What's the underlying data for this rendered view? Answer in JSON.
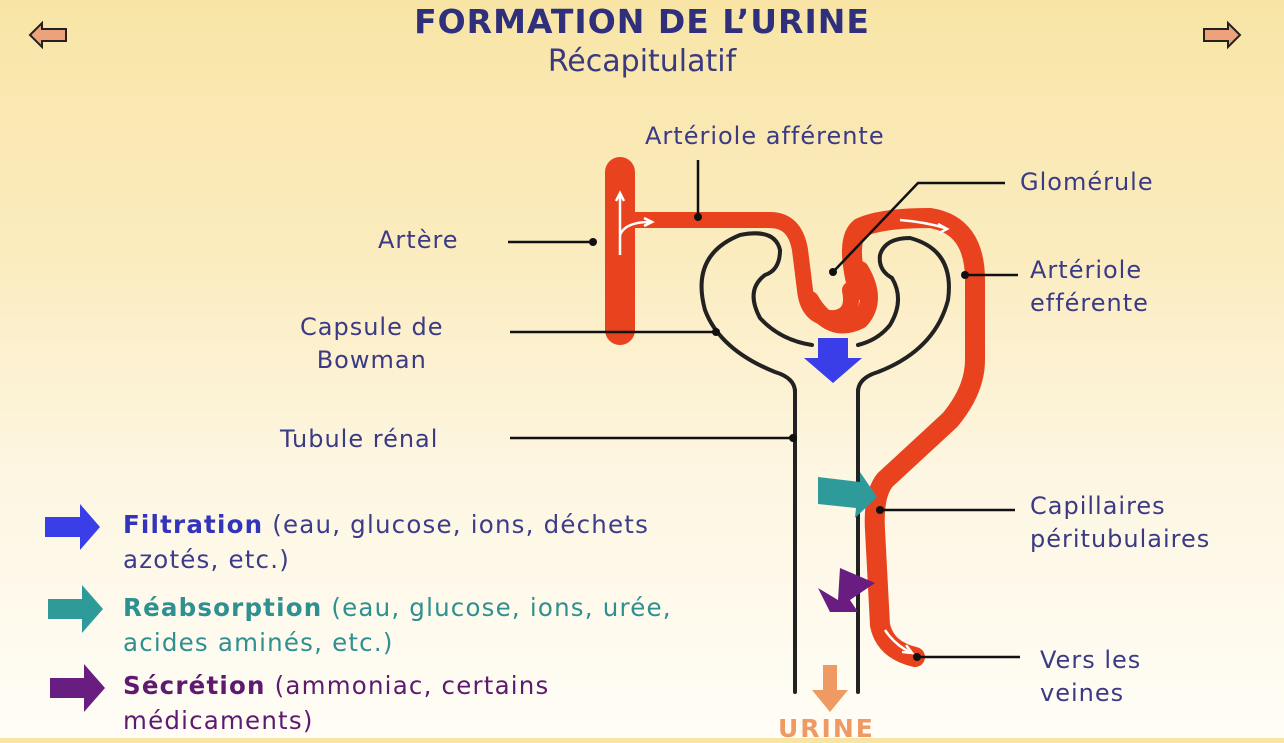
{
  "header": {
    "title": "FORMATION DE L’URINE",
    "subtitle": "Récapitulatif",
    "prev_icon": "left-arrow-icon",
    "next_icon": "right-arrow-icon"
  },
  "labels": {
    "arteriole_afferente": "Artériole afférente",
    "glomerule": "Glomérule",
    "artere": "Artère",
    "arteriole_efferente_1": "Artériole",
    "arteriole_efferente_2": "efférente",
    "capsule_1": "Capsule de",
    "capsule_2": "Bowman",
    "tubule": "Tubule rénal",
    "capillaires_1": "Capillaires",
    "capillaires_2": "péritubulaires",
    "veines_1": "Vers les",
    "veines_2": "veines",
    "urine": "URINE"
  },
  "legend": [
    {
      "term": "Filtration",
      "desc": " (eau, glucose, ions, déchets azotés, etc.)",
      "color": "#3a3ee8",
      "text_color": "#3333bb"
    },
    {
      "term": "Réabsorption",
      "desc": "  (eau, glucose, ions, urée, acides aminés, etc.)",
      "color": "#2f9a9a",
      "text_color": "#2e9090"
    },
    {
      "term": "Sécrétion",
      "desc": " (ammoniac, certains médicaments)",
      "color": "#6a1d80",
      "text_color": "#5e1a6e"
    }
  ],
  "colors": {
    "vessel": "#e8421e",
    "urine": "#ee9a62"
  }
}
